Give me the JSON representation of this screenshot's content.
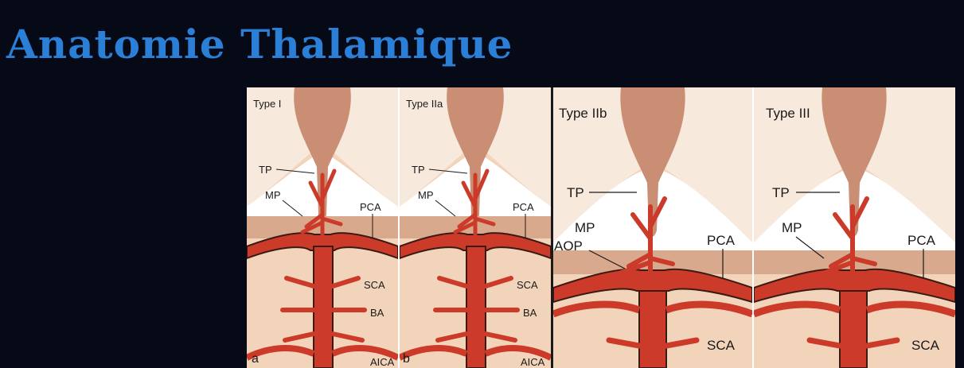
{
  "slide": {
    "title": "Anatomie Thalamique"
  },
  "colors": {
    "background": "#050a16",
    "title": "#2b7fd6",
    "tissue": "#f2d4bb",
    "tissue_dark": "#c98e73",
    "cortex_light": "#f7e9dc",
    "white_band": "#ffffff",
    "artery": "#cc3a2a",
    "artery_outline": "#3a1a12"
  },
  "figure": {
    "panels": [
      {
        "type_label": "Type I",
        "letter": "a",
        "labels": {
          "tp": "TP",
          "mp": "MP",
          "pca": "PCA",
          "sca": "SCA",
          "ba": "BA",
          "aica": "AICA"
        }
      },
      {
        "type_label": "Type IIa",
        "letter": "b",
        "labels": {
          "tp": "TP",
          "mp": "MP",
          "pca": "PCA",
          "sca": "SCA",
          "ba": "BA",
          "aica": "AICA"
        }
      },
      {
        "type_label": "Type IIb",
        "labels": {
          "tp": "TP",
          "mp": "MP",
          "aop": "AOP",
          "pca": "PCA",
          "sca": "SCA"
        }
      },
      {
        "type_label": "Type III",
        "labels": {
          "tp": "TP",
          "mp": "MP",
          "pca": "PCA",
          "sca": "SCA"
        }
      }
    ]
  }
}
